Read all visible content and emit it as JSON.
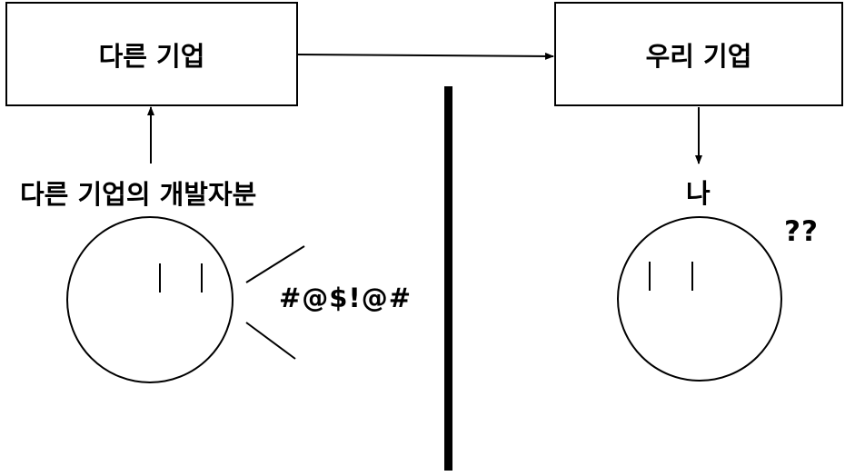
{
  "left_side": {
    "company_box": "다른 기업",
    "developer_label": "다른 기업의 개발자분",
    "speech_text": "#@$!@#"
  },
  "right_side": {
    "company_box": "우리 기업",
    "me_label": "나",
    "confused_text": "??"
  },
  "colors": {
    "line": "#000000",
    "background": "#ffffff"
  }
}
